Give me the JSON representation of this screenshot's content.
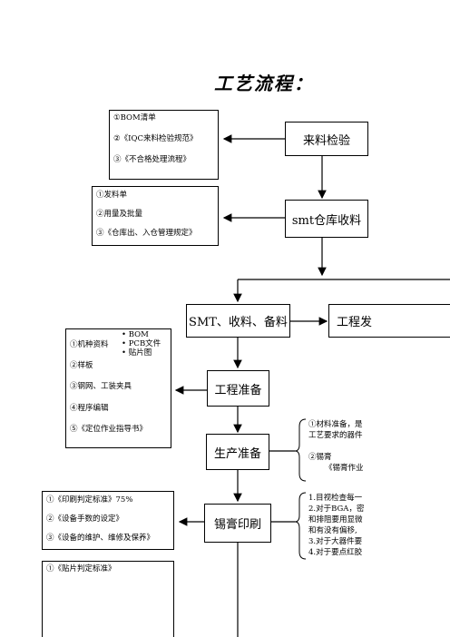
{
  "title": "工艺流程：",
  "process": {
    "incoming": "来料检验",
    "warehouse": "smt仓库收料",
    "smt": "SMT、收料、备料",
    "eng_release": "工程发",
    "eng_prep": "工程准备",
    "prod_prep": "生产准备",
    "printing": "锡膏印刷"
  },
  "docs": {
    "incoming": [
      "①BOM清单",
      "②《IQC来料检验规范》",
      "③《不合格处理流程》"
    ],
    "warehouse": [
      "①发料单",
      "②用量及批量",
      "③《仓库出、入仓管理规定》"
    ],
    "eng_prep": {
      "item1": "①机种资料",
      "sub": [
        "• BOM",
        "• PCB文件",
        "• 贴片图"
      ],
      "rest": [
        "②样板",
        "③钢网、工装夹具",
        "④程序编辑",
        "⑤《定位作业指导书》"
      ]
    },
    "printing": [
      "①《印刷判定标准》75%",
      "②《设备手数的设定》",
      "③《设备的维护、维修及保养》"
    ],
    "placement": [
      "①《贴片判定标准》"
    ]
  },
  "notes": {
    "prod_prep": [
      "①材料准备，是",
      "工艺要求的器件",
      "②锡膏",
      "《锡膏作业",
      "》"
    ],
    "printing": [
      "1.目视检查每一",
      "2.对于BGA，密",
      "和排阻要用显微",
      "和有没有偏移,",
      "3.对于大器件要",
      "4.对于要点红胶"
    ]
  }
}
